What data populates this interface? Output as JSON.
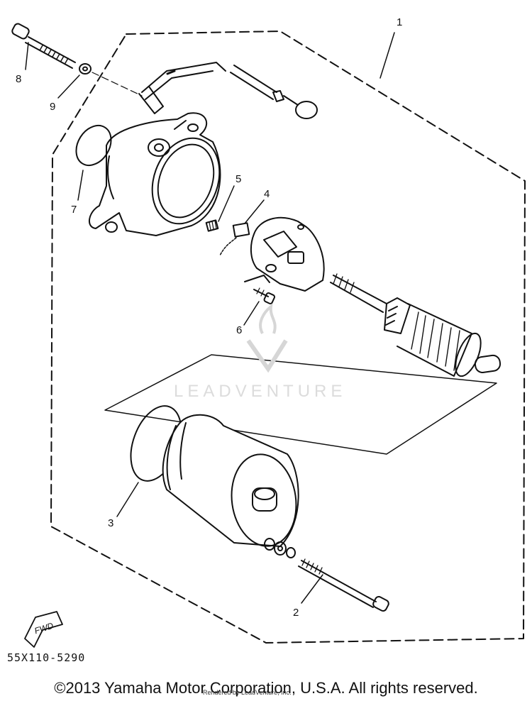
{
  "callouts": {
    "c1": "1",
    "c2": "2",
    "c3": "3",
    "c4": "4",
    "c5": "5",
    "c6": "6",
    "c7": "7",
    "c8": "8",
    "c9": "9"
  },
  "fwd": "FWD",
  "part_code": "55X110-5290",
  "watermark": "LEADVENTURE",
  "copyright": "©2013 Yamaha Motor Corporation, U.S.A. All rights reserved.",
  "rendered_by": "Rendered by LeadVenture, Inc."
}
